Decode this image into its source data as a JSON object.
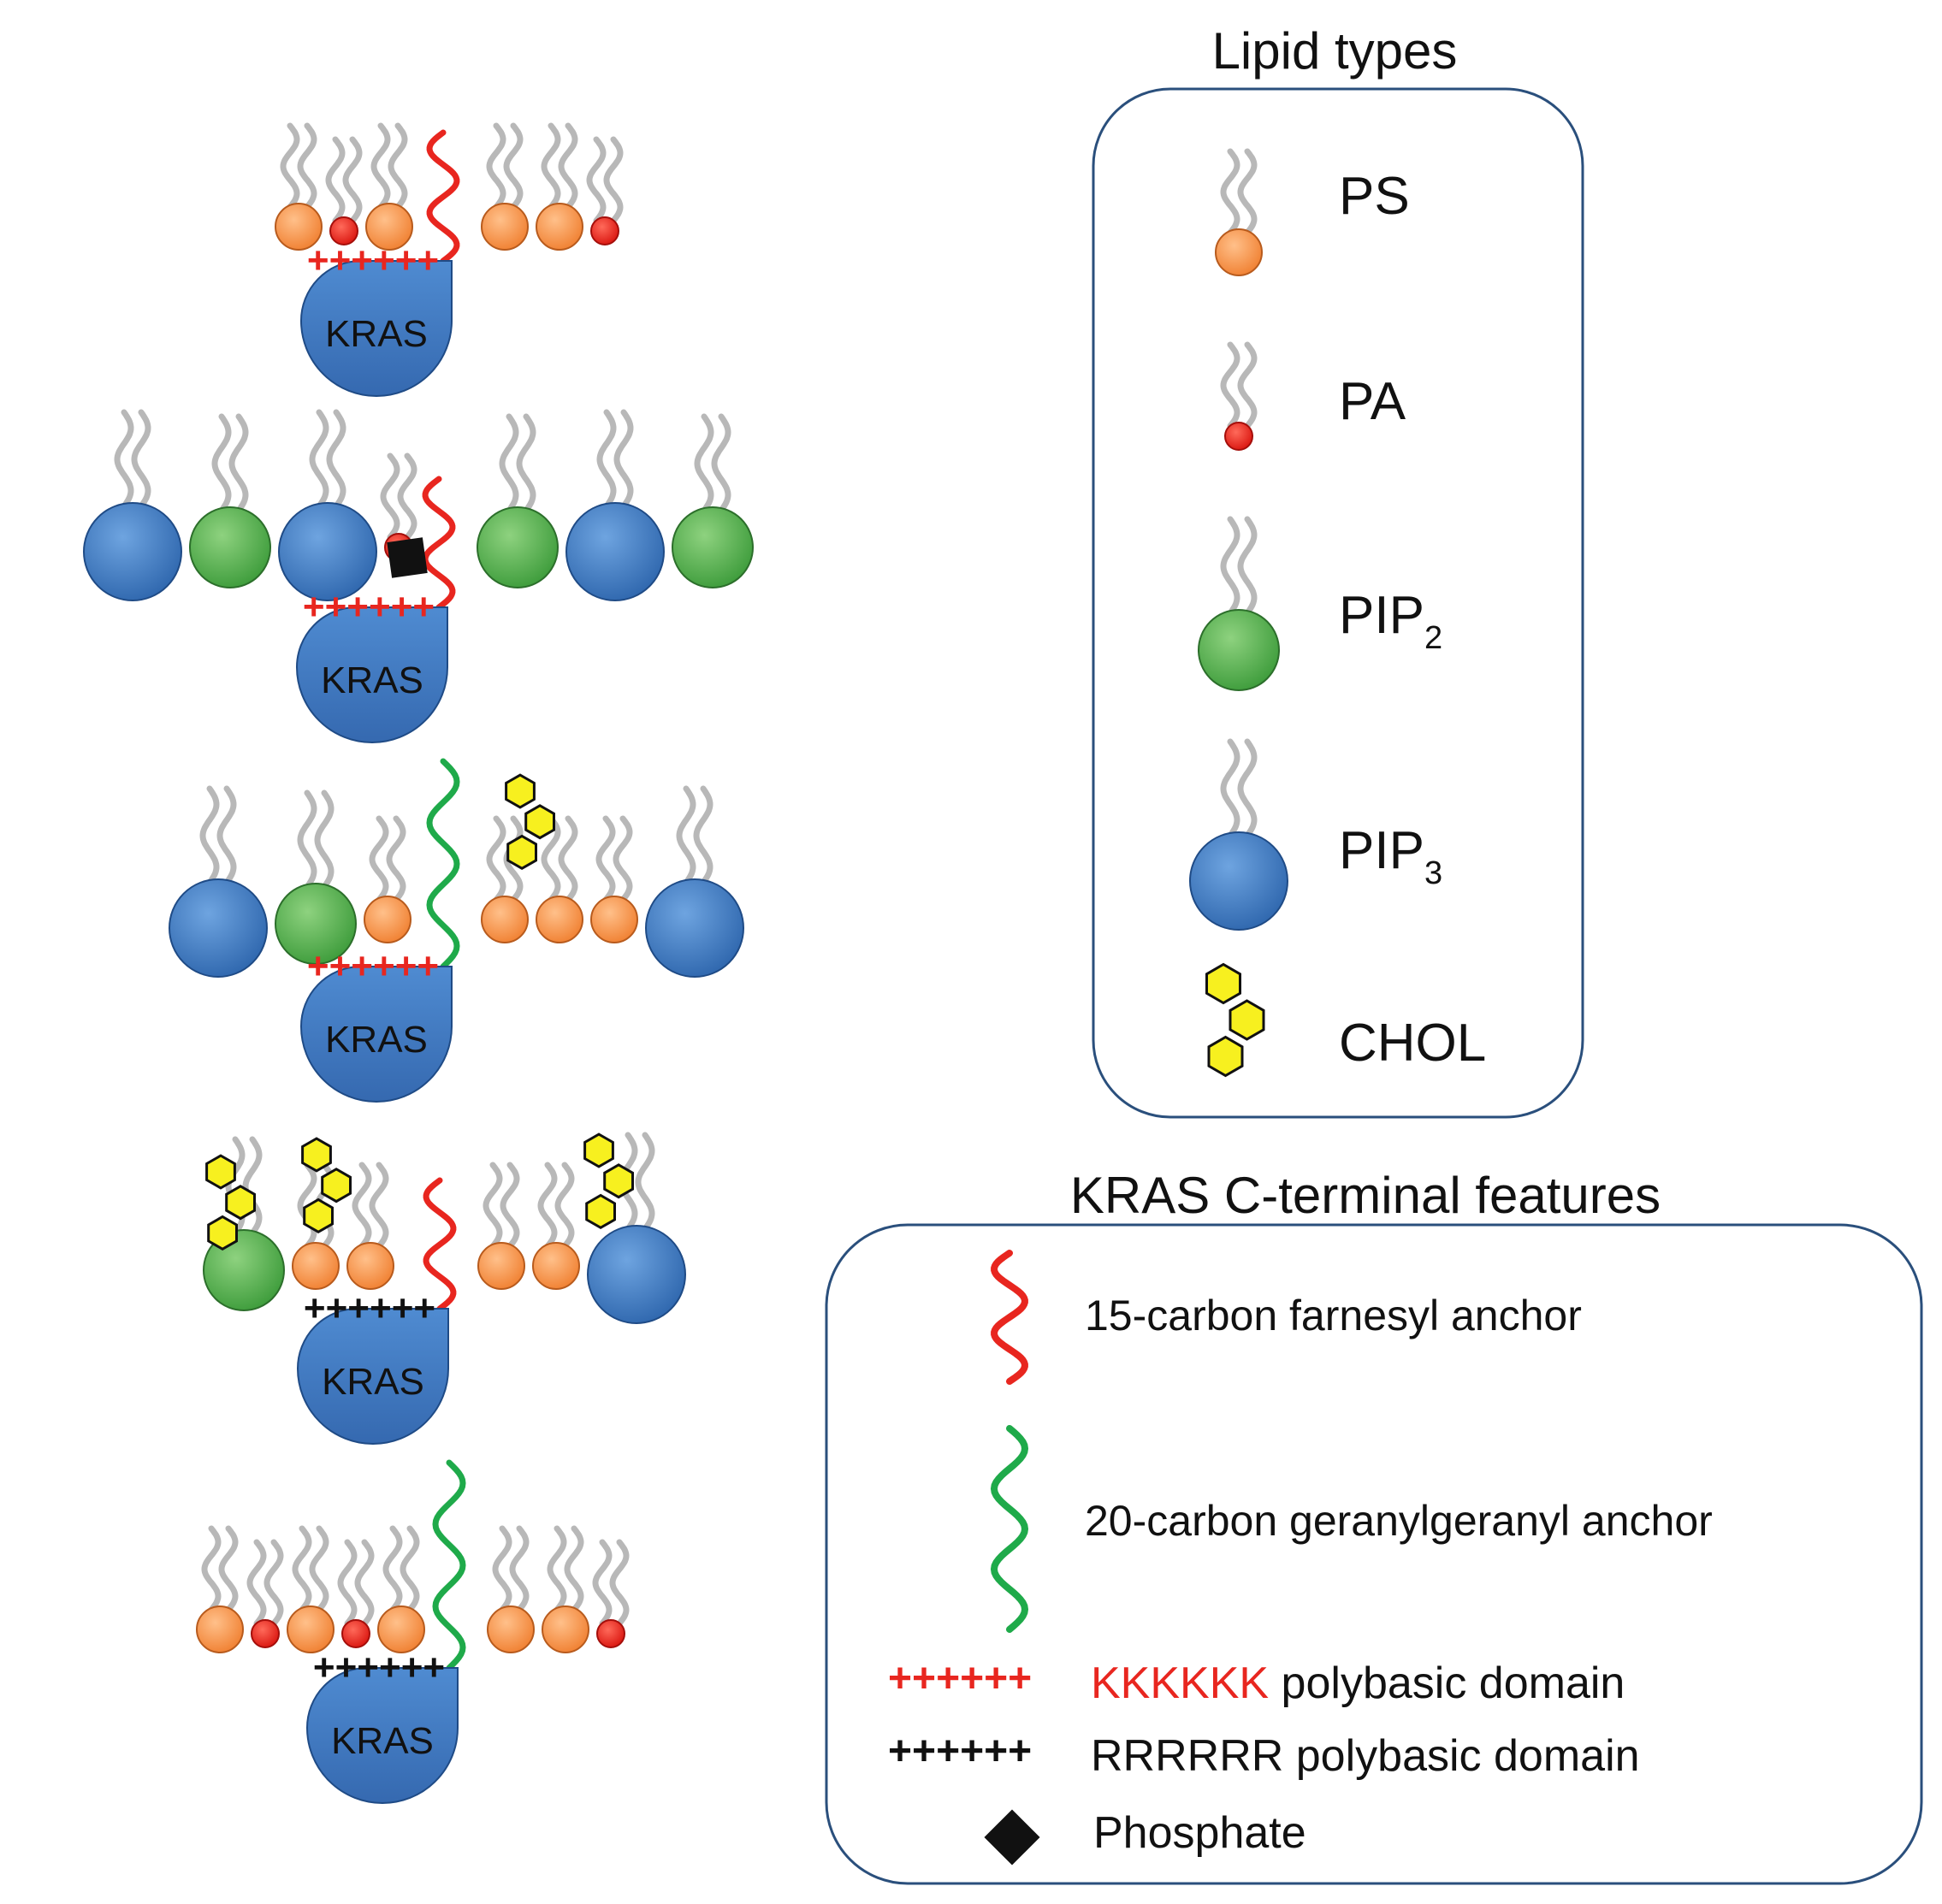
{
  "protein_label": "KRAS",
  "plus_signs": "++++++",
  "colors": {
    "ps": "#f39a57",
    "pa": "#e8261f",
    "pip2": "#4fae4a",
    "pip3": "#3b78c3",
    "chol": "#f7f01f",
    "farnesyl": "#e8261f",
    "geranylgeranyl": "#1faa4a",
    "lysine_plus": "#e8261f",
    "arginine_plus": "#111111",
    "tail": "#b8b8b8",
    "frame": "#2a4f7c",
    "phosphate": "#111111"
  },
  "models": [
    {
      "anchor": "farnesyl",
      "polybasic": "KKKKKK",
      "lipids": [
        "PS",
        "PA",
        "PS",
        "PS",
        "PS",
        "PA"
      ],
      "chol": 0,
      "phosphate": false
    },
    {
      "anchor": "farnesyl",
      "polybasic": "KKKKKK",
      "lipids": [
        "PIP3",
        "PIP2",
        "PIP3",
        "PA",
        "PIP2",
        "PIP3",
        "PIP2"
      ],
      "chol": 0,
      "phosphate": true
    },
    {
      "anchor": "geranylgeranyl",
      "polybasic": "KKKKKK",
      "lipids": [
        "PIP3",
        "PIP2",
        "PS",
        "PS",
        "PS",
        "PS",
        "PIP3"
      ],
      "chol": 1,
      "phosphate": false
    },
    {
      "anchor": "farnesyl",
      "polybasic": "RRRRRR",
      "lipids": [
        "PIP2",
        "PS",
        "PS",
        "PS",
        "PS",
        "PIP3"
      ],
      "chol": 3,
      "phosphate": false
    },
    {
      "anchor": "geranylgeranyl",
      "polybasic": "RRRRRR",
      "lipids": [
        "PS",
        "PA",
        "PS",
        "PA",
        "PS",
        "PS",
        "PS",
        "PA"
      ],
      "chol": 0,
      "phosphate": false
    }
  ],
  "lipid_legend": {
    "title": "Lipid types",
    "items": [
      {
        "key": "PS",
        "label": "PS",
        "sub": ""
      },
      {
        "key": "PA",
        "label": "PA",
        "sub": ""
      },
      {
        "key": "PIP2",
        "label": "PIP",
        "sub": "2"
      },
      {
        "key": "PIP3",
        "label": "PIP",
        "sub": "3"
      },
      {
        "key": "CHOL",
        "label": "CHOL",
        "sub": ""
      }
    ]
  },
  "features_legend": {
    "title": "KRAS C-terminal features",
    "farnesyl": "15-carbon farnesyl anchor",
    "geranylgeranyl": "20-carbon geranylgeranyl anchor",
    "kkk_symbol": "++++++",
    "kkk_code": "KKKKKK",
    "kkk_text": " polybasic domain",
    "rrr_symbol": "++++++",
    "rrr_text": "RRRRRR polybasic domain",
    "phosphate": "Phosphate"
  }
}
